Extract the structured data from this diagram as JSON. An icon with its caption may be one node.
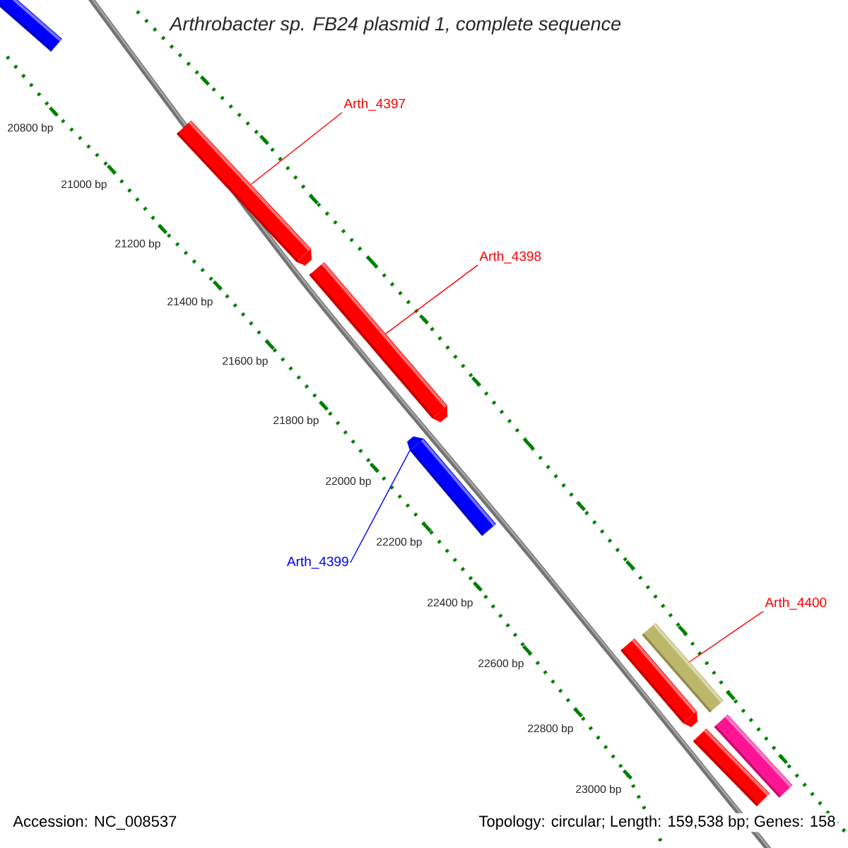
{
  "diagram": {
    "title": "Arthrobacter sp. FB24 plasmid 1, complete sequence",
    "nodes": [
      {
        "text": [],
        "shape": "bar"
      },
      {
        "text": [
          "Arth_4397"
        ]
      },
      {
        "text": [],
        "shape": "bar"
      },
      {
        "text": [
          "Arth_4398"
        ]
      },
      {
        "text": [],
        "shape": "bar"
      },
      {
        "text": [
          "Arth_4399"
        ]
      },
      {
        "text": [],
        "shape": "bar"
      },
      {
        "text": [
          "Arth_4400"
        ]
      },
      {
        "text": [],
        "shape": "bar"
      },
      {
        "text": [],
        "shape": "bar"
      },
      {
        "text": [],
        "shape": "bar"
      },
      {
        "text": [],
        "shape": "bar"
      }
    ],
    "edges": [
      {
        "from": 1,
        "to": 2,
        "arrow": "none"
      },
      {
        "from": 3,
        "to": 4,
        "arrow": "none"
      },
      {
        "from": 5,
        "to": 6,
        "arrow": "none",
        "color": "#0000ff"
      },
      {
        "from": 7,
        "to": 8,
        "arrow": "none"
      }
    ],
    "labels": [
      "20800 bp",
      "21000 bp",
      "21200 bp",
      "21400 bp",
      "21600 bp",
      "21800 bp",
      "22000 bp",
      "22200 bp",
      "22400 bp",
      "22600 bp",
      "22800 bp",
      "23000 bp",
      "Accession: NC_008537",
      "Topology: circular; Length: 159,538 bp; Genes: 158"
    ]
  }
}
